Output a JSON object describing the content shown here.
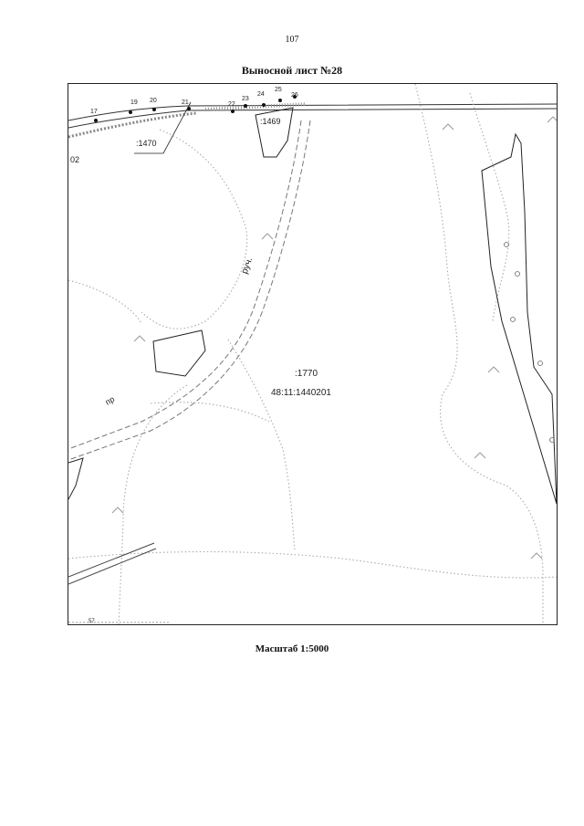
{
  "page": {
    "number": "107",
    "title": "Выносной лист №28",
    "scale": "Масштаб 1:5000"
  },
  "map": {
    "parcel_main": ":1770",
    "cadastral_block": "48:11:1440201",
    "parcel_1469": ":1469",
    "parcel_1470": ":1470",
    "stream_label": "руч.",
    "stream_label_short": "пр",
    "road_label": "02",
    "points": [
      "17",
      "19",
      "20",
      "21",
      "22",
      "23",
      "24",
      "25",
      "26"
    ],
    "bottom_note": "57"
  }
}
